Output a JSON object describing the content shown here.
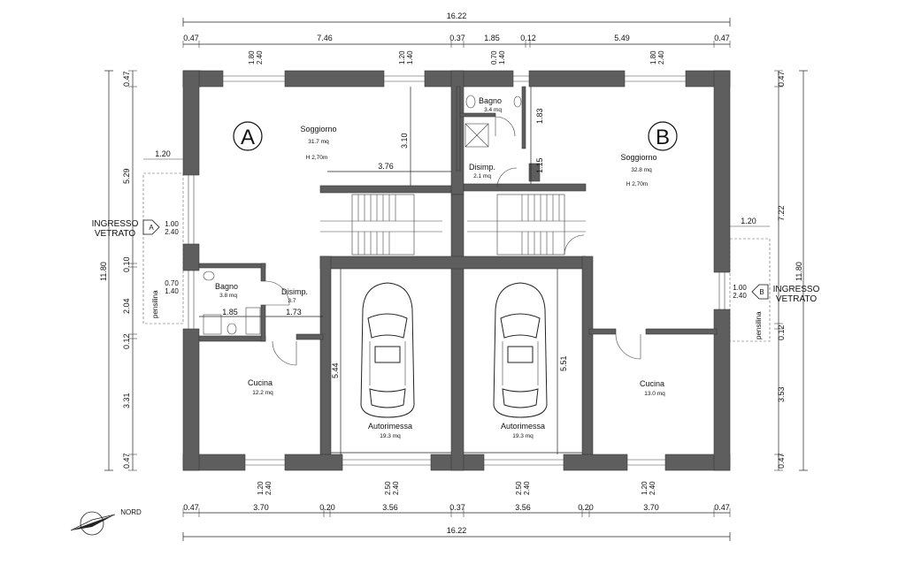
{
  "units": {
    "left": "A",
    "right": "B"
  },
  "rooms": {
    "soggiorno_a": {
      "name": "Soggiorno",
      "area": "31.7 mq",
      "height": "H 2,70m"
    },
    "soggiorno_b": {
      "name": "Soggiorno",
      "area": "32.8 mq",
      "height": "H 2,70m"
    },
    "bagno_top": {
      "name": "Bagno",
      "area": "3.4 mq"
    },
    "disimp_top": {
      "name": "Disimp.",
      "area": "2.1 mq"
    },
    "bagno_a": {
      "name": "Bagno",
      "area": "3.8 mq"
    },
    "disimp_a": {
      "name": "Disimp.",
      "area": "3.7"
    },
    "cucina_a": {
      "name": "Cucina",
      "area": "12.2 mq"
    },
    "cucina_b": {
      "name": "Cucina",
      "area": "13.0 mq"
    },
    "garage_a": {
      "name": "Autorimessa",
      "area": "19.3 mq"
    },
    "garage_b": {
      "name": "Autorimessa",
      "area": "19.3 mq"
    }
  },
  "entries": {
    "left": {
      "line1": "INGRESSO",
      "line2": "VETRATO",
      "marker": "A"
    },
    "right": {
      "line1": "INGRESSO",
      "line2": "VETRATO",
      "marker": "B"
    }
  },
  "pensilina": "pensilina",
  "north": "NORD",
  "dims": {
    "top_total": "16.22",
    "top_segments": [
      "0.47",
      "7.46",
      "0.37",
      "1.85",
      "0.12",
      "5.49",
      "0.47"
    ],
    "top_windows": [
      {
        "a": "1.80",
        "b": "2.40"
      },
      {
        "a": "1.20",
        "b": "1.40"
      },
      {
        "a": "0.70",
        "b": "1.40"
      },
      {
        "a": "1.80",
        "b": "2.40"
      }
    ],
    "bottom_total": "16.22",
    "bottom_segments": [
      "0.47",
      "3.70",
      "0.20",
      "3.56",
      "0.37",
      "3.56",
      "0.20",
      "3.70",
      "0.47"
    ],
    "bottom_windows": [
      {
        "a": "1.20",
        "b": "2.40"
      },
      {
        "a": "2.50",
        "b": "2.40"
      },
      {
        "a": "2.50",
        "b": "2.40"
      },
      {
        "a": "1.20",
        "b": "2.40"
      }
    ],
    "left_total": "11.80",
    "left_segments": [
      "0.47",
      "5.29",
      "0.10",
      "2.04",
      "0.12",
      "3.31",
      "0.47"
    ],
    "right_total": "11.80",
    "right_segments": [
      "0.47",
      "7.22",
      "0.12",
      "3.53",
      "0.47"
    ],
    "left_door": {
      "a": "1.00",
      "b": "2.40"
    },
    "left_window": {
      "a": "0.70",
      "b": "1.40"
    },
    "right_door": {
      "a": "1.00",
      "b": "2.40"
    },
    "left_pensilina": "1.20",
    "right_pensilina": "1.20",
    "inner_310": "3.10",
    "inner_376": "3.76",
    "inner_183": "1.83",
    "inner_115": "1.15",
    "inner_185": "1.85",
    "inner_173": "1.73",
    "garage_a_depth": "5.44",
    "garage_b_depth": "5.51"
  }
}
